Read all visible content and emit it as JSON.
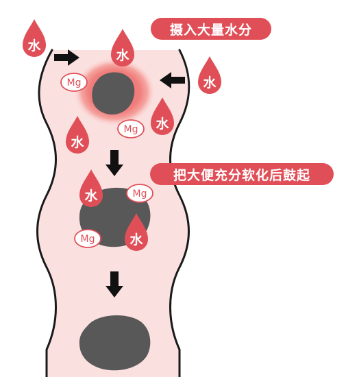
{
  "labels": {
    "step1": "摄入大量水分",
    "step2": "把大便充分软化后鼓起"
  },
  "markers": {
    "water": "水",
    "magnesium": "Mg"
  },
  "colors": {
    "intestine_fill": "#fbe0e0",
    "intestine_outline": "#1a1a1a",
    "stool": "#585858",
    "water_drop": "#e04f57",
    "halo_outer": "#f7b1ac",
    "halo_inner": "#f07e7c",
    "label_bg": "#e04f57",
    "arrow": "#111111"
  },
  "icons": {
    "drop": "water-drop-icon",
    "mg": "mg-badge-icon",
    "arrow": "arrow-icon"
  }
}
